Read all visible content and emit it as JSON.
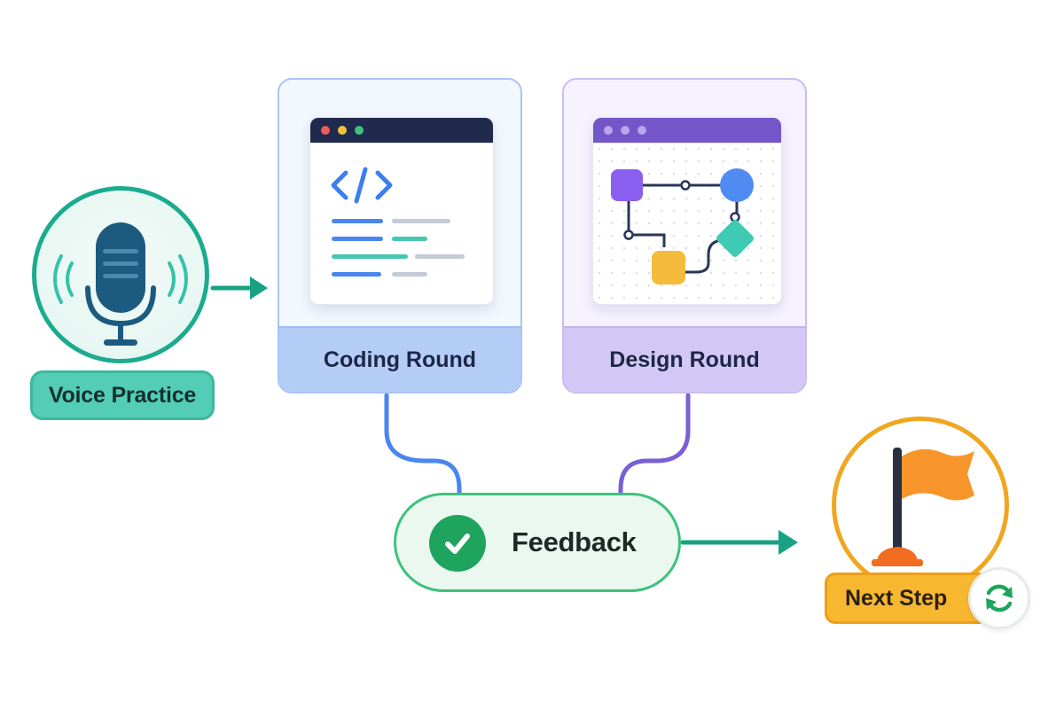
{
  "voice": {
    "label": "Voice Practice",
    "icon": "microphone-icon"
  },
  "coding": {
    "label": "Coding Round",
    "icon": "code-icon"
  },
  "design": {
    "label": "Design Round",
    "icon": "flowchart-icon"
  },
  "feedback": {
    "label": "Feedback",
    "icon": "check-icon"
  },
  "next": {
    "label": "Next Step",
    "icon": "flag-icon",
    "badge_icon": "refresh-icon"
  },
  "colors": {
    "voice": "#1bab8f",
    "coding": "#4f86ec",
    "design": "#7a5fd6",
    "feedback": "#1ea45c",
    "next": "#f2a51f",
    "arrow": "#17a383"
  }
}
